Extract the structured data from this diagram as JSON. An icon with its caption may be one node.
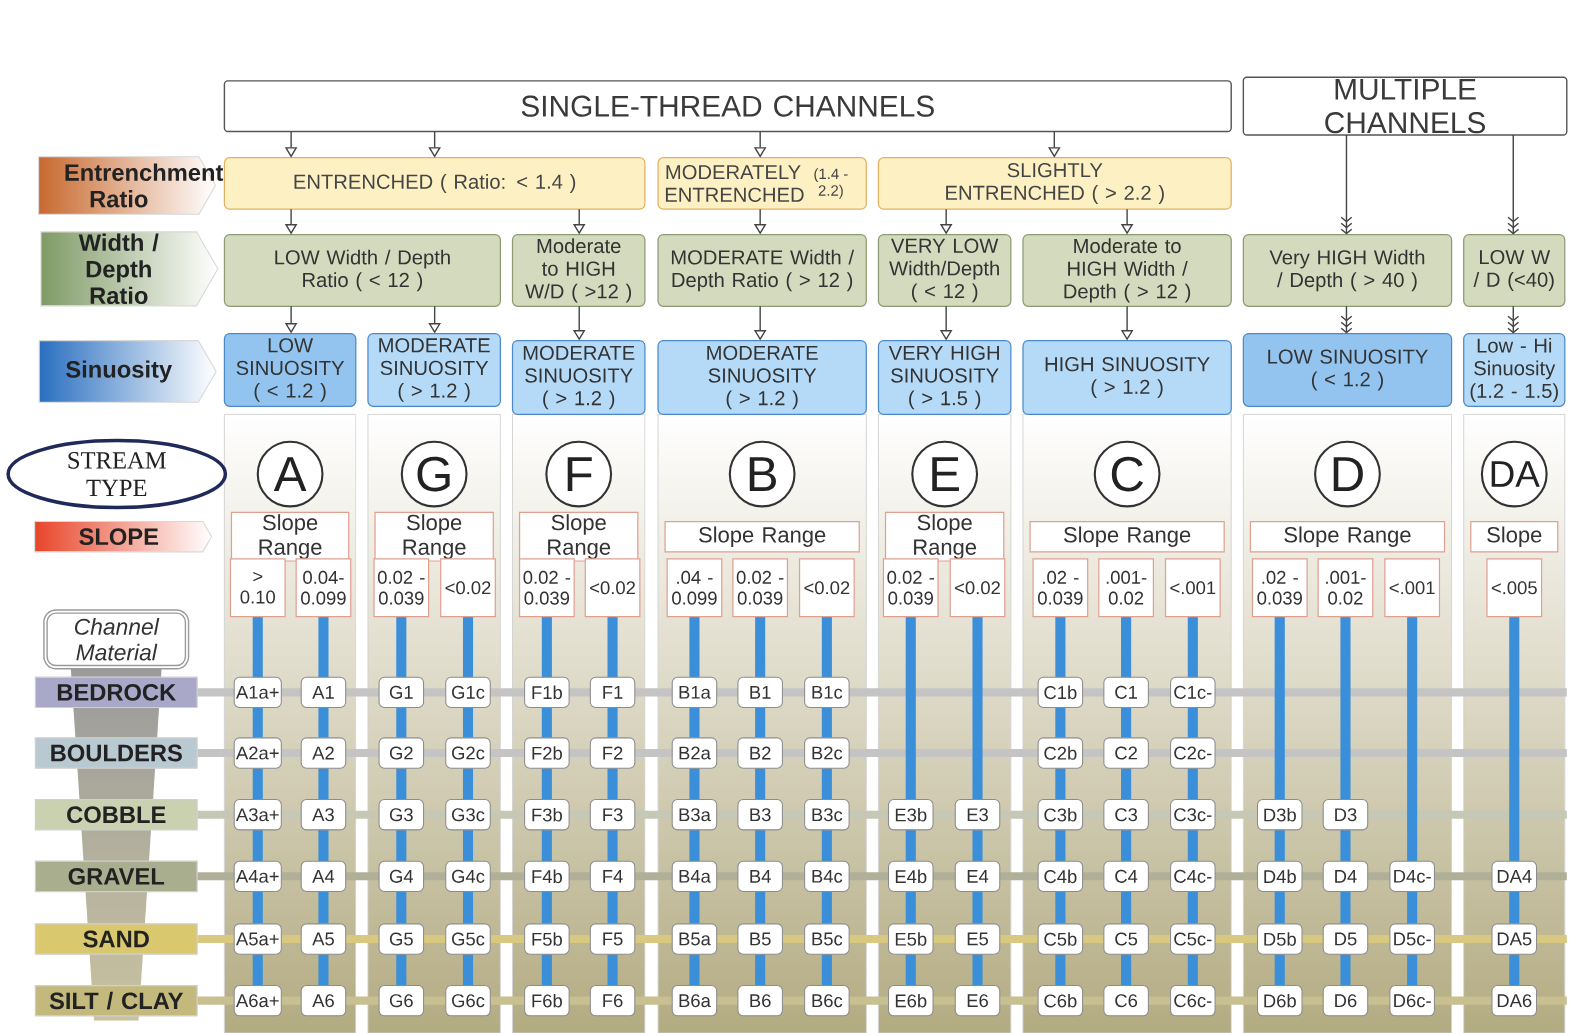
{
  "diagram": {
    "nodes": [
      {
        "text": [
          "SINGLE-THREAD CHANNELS"
        ]
      },
      {
        "text": [
          "MULTIPLE CHANNELS"
        ]
      },
      {
        "text": [
          "Entrenchment Ratio"
        ]
      },
      {
        "text": [
          "ENTRENCHED ( Ratio: < 1.4 )"
        ]
      },
      {
        "text": [
          "MODERATELY ENTRENCHED",
          "(1.4 - 2.2)"
        ]
      },
      {
        "text": [
          "SLIGHTLY ENTRENCHED ( > 2.2 )"
        ]
      },
      {
        "text": [
          "Width / Depth Ratio"
        ]
      },
      {
        "text": [
          "LOW Width / Depth Ratio ( < 12 )"
        ]
      },
      {
        "text": [
          "Moderate to HIGH W/D ( >12 )"
        ]
      },
      {
        "text": [
          "MODERATE Width / Depth Ratio ( > 12 )"
        ]
      },
      {
        "text": [
          "VERY LOW Width/Depth ( < 12 )"
        ]
      },
      {
        "text": [
          "Moderate to HIGH Width / Depth ( > 12 )"
        ]
      },
      {
        "text": [
          "Very HIGH Width / Depth ( > 40 )"
        ]
      },
      {
        "text": [
          "LOW W / D (<40)"
        ]
      },
      {
        "text": [
          "Sinuosity"
        ]
      },
      {
        "text": [
          "LOW SINUOSITY ( < 1.2 )"
        ]
      },
      {
        "text": [
          "MODERATE SINUOSITY ( > 1.2 )"
        ]
      },
      {
        "text": [
          "MODERATE SINUOSITY ( > 1.2 )"
        ]
      },
      {
        "text": [
          "MODERATE SINUOSITY ( > 1.2 )"
        ]
      },
      {
        "text": [
          "VERY HIGH SINUOSITY ( > 1.5 )"
        ]
      },
      {
        "text": [
          "HIGH SINUOSITY ( > 1.2 )"
        ]
      },
      {
        "text": [
          "LOW SINUOSITY ( < 1.2 )"
        ]
      },
      {
        "text": [
          "Low - Hi Sinuosity (1.2 - 1.5)"
        ]
      },
      {
        "text": [
          "STREAM TYPE"
        ]
      },
      {
        "text": [
          "A"
        ]
      },
      {
        "text": [
          "G"
        ]
      },
      {
        "text": [
          "F"
        ]
      },
      {
        "text": [
          "B"
        ]
      },
      {
        "text": [
          "E"
        ]
      },
      {
        "text": [
          "C"
        ]
      },
      {
        "text": [
          "D"
        ]
      },
      {
        "text": [
          "DA"
        ]
      },
      {
        "text": [
          "SLOPE"
        ]
      },
      {
        "text": [
          "Slope Range"
        ]
      },
      {
        "text": [
          "Slope Range"
        ]
      },
      {
        "text": [
          "Slope Range"
        ]
      },
      {
        "text": [
          "Slope Range"
        ]
      },
      {
        "text": [
          "Slope Range"
        ]
      },
      {
        "text": [
          "Slope Range"
        ]
      },
      {
        "text": [
          "Slope Range"
        ]
      },
      {
        "text": [
          "Slope"
        ]
      },
      {
        "text": [
          "> 0.10"
        ]
      },
      {
        "text": [
          "0.04- 0.099"
        ]
      },
      {
        "text": [
          "0.02 - 0.039"
        ]
      },
      {
        "text": [
          "<0.02"
        ]
      },
      {
        "text": [
          "0.02 - 0.039"
        ]
      },
      {
        "text": [
          "<0.02"
        ]
      },
      {
        "text": [
          ".04 - 0.099"
        ]
      },
      {
        "text": [
          "0.02 - 0.039"
        ]
      },
      {
        "text": [
          "<0.02"
        ]
      },
      {
        "text": [
          "0.02 - 0.039"
        ]
      },
      {
        "text": [
          "<0.02"
        ]
      },
      {
        "text": [
          ".02 - 0.039"
        ]
      },
      {
        "text": [
          ".001- 0.02"
        ]
      },
      {
        "text": [
          "<.001"
        ]
      },
      {
        "text": [
          ".02 - 0.039"
        ]
      },
      {
        "text": [
          ".001- 0.02"
        ]
      },
      {
        "text": [
          "<.001"
        ]
      },
      {
        "text": [
          "<.005"
        ]
      },
      {
        "text": [
          "Channel Material"
        ]
      },
      {
        "text": [
          "BEDROCK"
        ]
      },
      {
        "text": [
          "A1a+"
        ]
      },
      {
        "text": [
          "A1"
        ]
      },
      {
        "text": [
          "G1"
        ]
      },
      {
        "text": [
          "G1c"
        ]
      },
      {
        "text": [
          "F1b"
        ]
      },
      {
        "text": [
          "F1"
        ]
      },
      {
        "text": [
          "B1a"
        ]
      },
      {
        "text": [
          "B1"
        ]
      },
      {
        "text": [
          "B1c"
        ]
      },
      {
        "text": [
          "C1b"
        ]
      },
      {
        "text": [
          "C1"
        ]
      },
      {
        "text": [
          "C1c-"
        ]
      },
      {
        "text": [
          "BOULDERS"
        ]
      },
      {
        "text": [
          "A2a+"
        ]
      },
      {
        "text": [
          "A2"
        ]
      },
      {
        "text": [
          "G2"
        ]
      },
      {
        "text": [
          "G2c"
        ]
      },
      {
        "text": [
          "F2b"
        ]
      },
      {
        "text": [
          "F2"
        ]
      },
      {
        "text": [
          "B2a"
        ]
      },
      {
        "text": [
          "B2"
        ]
      },
      {
        "text": [
          "B2c"
        ]
      },
      {
        "text": [
          "C2b"
        ]
      },
      {
        "text": [
          "C2"
        ]
      },
      {
        "text": [
          "C2c-"
        ]
      },
      {
        "text": [
          "COBBLE"
        ]
      },
      {
        "text": [
          "A3a+"
        ]
      },
      {
        "text": [
          "A3"
        ]
      },
      {
        "text": [
          "G3"
        ]
      },
      {
        "text": [
          "G3c"
        ]
      },
      {
        "text": [
          "F3b"
        ]
      },
      {
        "text": [
          "F3"
        ]
      },
      {
        "text": [
          "B3a"
        ]
      },
      {
        "text": [
          "B3"
        ]
      },
      {
        "text": [
          "B3c"
        ]
      },
      {
        "text": [
          "E3b"
        ]
      },
      {
        "text": [
          "E3"
        ]
      },
      {
        "text": [
          "C3b"
        ]
      },
      {
        "text": [
          "C3"
        ]
      },
      {
        "text": [
          "C3c-"
        ]
      },
      {
        "text": [
          "D3b"
        ]
      },
      {
        "text": [
          "D3"
        ]
      },
      {
        "text": [
          "GRAVEL"
        ]
      },
      {
        "text": [
          "A4a+"
        ]
      },
      {
        "text": [
          "A4"
        ]
      },
      {
        "text": [
          "G4"
        ]
      },
      {
        "text": [
          "G4c"
        ]
      },
      {
        "text": [
          "F4b"
        ]
      },
      {
        "text": [
          "F4"
        ]
      },
      {
        "text": [
          "B4a"
        ]
      },
      {
        "text": [
          "B4"
        ]
      },
      {
        "text": [
          "B4c"
        ]
      },
      {
        "text": [
          "E4b"
        ]
      },
      {
        "text": [
          "E4"
        ]
      },
      {
        "text": [
          "C4b"
        ]
      },
      {
        "text": [
          "C4"
        ]
      },
      {
        "text": [
          "C4c-"
        ]
      },
      {
        "text": [
          "D4b"
        ]
      },
      {
        "text": [
          "D4"
        ]
      },
      {
        "text": [
          "D4c-"
        ]
      },
      {
        "text": [
          "DA4"
        ]
      },
      {
        "text": [
          "SAND"
        ]
      },
      {
        "text": [
          "A5a+"
        ]
      },
      {
        "text": [
          "A5"
        ]
      },
      {
        "text": [
          "G5"
        ]
      },
      {
        "text": [
          "G5c"
        ]
      },
      {
        "text": [
          "F5b"
        ]
      },
      {
        "text": [
          "F5"
        ]
      },
      {
        "text": [
          "B5a"
        ]
      },
      {
        "text": [
          "B5"
        ]
      },
      {
        "text": [
          "B5c"
        ]
      },
      {
        "text": [
          "E5b"
        ]
      },
      {
        "text": [
          "E5"
        ]
      },
      {
        "text": [
          "C5b"
        ]
      },
      {
        "text": [
          "C5"
        ]
      },
      {
        "text": [
          "C5c-"
        ]
      },
      {
        "text": [
          "D5b"
        ]
      },
      {
        "text": [
          "D5"
        ]
      },
      {
        "text": [
          "D5c-"
        ]
      },
      {
        "text": [
          "DA5"
        ]
      },
      {
        "text": [
          "SILT / CLAY"
        ]
      },
      {
        "text": [
          "A6a+"
        ]
      },
      {
        "text": [
          "A6"
        ]
      },
      {
        "text": [
          "G6"
        ]
      },
      {
        "text": [
          "G6c"
        ]
      },
      {
        "text": [
          "F6b"
        ]
      },
      {
        "text": [
          "F6"
        ]
      },
      {
        "text": [
          "B6a"
        ]
      },
      {
        "text": [
          "B6"
        ]
      },
      {
        "text": [
          "B6c"
        ]
      },
      {
        "text": [
          "E6b"
        ]
      },
      {
        "text": [
          "E6"
        ]
      },
      {
        "text": [
          "C6b"
        ]
      },
      {
        "text": [
          "C6"
        ]
      },
      {
        "text": [
          "C6c-"
        ]
      },
      {
        "text": [
          "D6b"
        ]
      },
      {
        "text": [
          "D6"
        ]
      },
      {
        "text": [
          "D6c-"
        ]
      },
      {
        "text": [
          "DA6"
        ]
      }
    ],
    "edges": [
      {
        "from": 0,
        "to": 3,
        "arrow": "to"
      },
      {
        "from": 0,
        "to": 3,
        "arrow": "to"
      },
      {
        "from": 0,
        "to": 4,
        "arrow": "to"
      },
      {
        "from": 0,
        "to": 5,
        "arrow": "to"
      },
      {
        "from": 3,
        "to": 7,
        "arrow": "to"
      },
      {
        "from": 3,
        "to": 8,
        "arrow": "to"
      },
      {
        "from": 4,
        "to": 9,
        "arrow": "to"
      },
      {
        "from": 5,
        "to": 10,
        "arrow": "to"
      },
      {
        "from": 5,
        "to": 11,
        "arrow": "to"
      },
      {
        "from": 1,
        "to": 12,
        "arrow": "to"
      },
      {
        "from": 1,
        "to": 13,
        "arrow": "to"
      },
      {
        "from": 7,
        "to": 15,
        "arrow": "to"
      },
      {
        "from": 7,
        "to": 16,
        "arrow": "to"
      },
      {
        "from": 8,
        "to": 17,
        "arrow": "to"
      },
      {
        "from": 9,
        "to": 18,
        "arrow": "to"
      },
      {
        "from": 10,
        "to": 19,
        "arrow": "to"
      },
      {
        "from": 11,
        "to": 20,
        "arrow": "to"
      },
      {
        "from": 12,
        "to": 21,
        "arrow": "to"
      },
      {
        "from": 13,
        "to": 22,
        "arrow": "to"
      }
    ]
  }
}
